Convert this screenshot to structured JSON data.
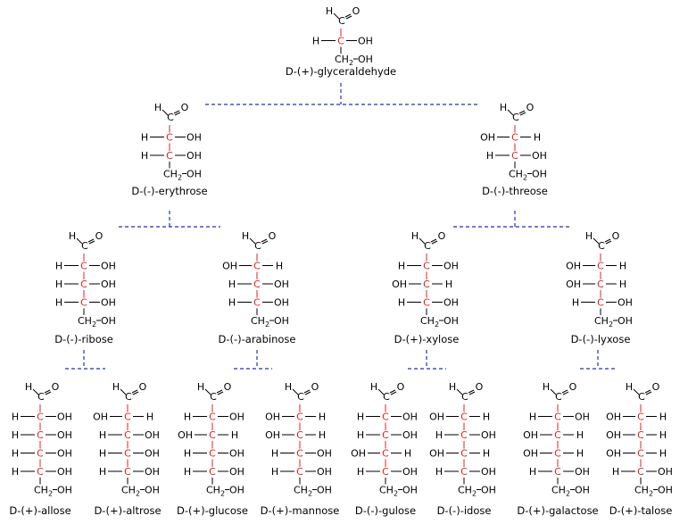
{
  "colors": {
    "chiral_carbon": "#e02020",
    "bond": "#000000",
    "tree_line": "#1f2fc8",
    "background": "#ffffff"
  },
  "atoms": {
    "carbon": "C",
    "oxygen": "O",
    "hydrogen": "H",
    "hydroxyl": "OH",
    "ch2": "CH",
    "sub2": "2"
  },
  "molecules": [
    {
      "id": "glyceraldehyde",
      "name": "D-(+)-glyceraldehyde",
      "config": "R"
    },
    {
      "id": "erythrose",
      "name": "D-(-)-erythrose",
      "config": "RR"
    },
    {
      "id": "threose",
      "name": "D-(-)-threose",
      "config": "LR"
    },
    {
      "id": "ribose",
      "name": "D-(-)-ribose",
      "config": "RRR"
    },
    {
      "id": "arabinose",
      "name": "D-(-)-arabinose",
      "config": "LRR"
    },
    {
      "id": "xylose",
      "name": "D-(+)-xylose",
      "config": "RLR"
    },
    {
      "id": "lyxose",
      "name": "D-(-)-lyxose",
      "config": "LLR"
    },
    {
      "id": "allose",
      "name": "D-(+)-allose",
      "config": "RRRR"
    },
    {
      "id": "altrose",
      "name": "D-(+)-altrose",
      "config": "LRRR"
    },
    {
      "id": "glucose",
      "name": "D-(+)-glucose",
      "config": "RLRR"
    },
    {
      "id": "mannose",
      "name": "D-(+)-mannose",
      "config": "LLRR"
    },
    {
      "id": "gulose",
      "name": "D-(-)-gulose",
      "config": "RRLR"
    },
    {
      "id": "idose",
      "name": "D-(-)-idose",
      "config": "LRLR"
    },
    {
      "id": "galactose",
      "name": "D-(+)-galactose",
      "config": "RLLR"
    },
    {
      "id": "talose",
      "name": "D-(+)-talose",
      "config": "LLLR"
    }
  ]
}
